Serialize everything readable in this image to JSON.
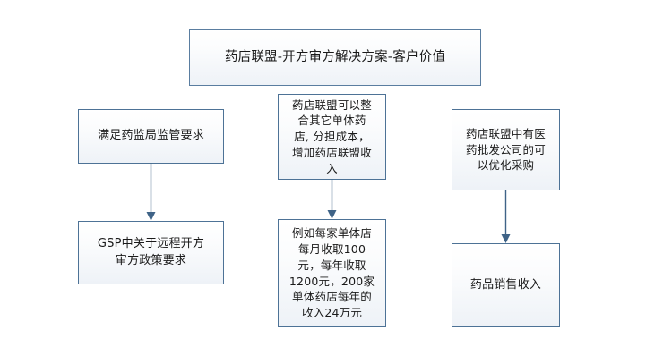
{
  "diagram": {
    "type": "flowchart",
    "title_node": {
      "id": "title",
      "label": "药店联盟-开方审方解决方案-客户价值"
    },
    "columns": [
      {
        "id": "column-regulatory",
        "nodes": [
          {
            "id": "node-l1",
            "label": "满足药监局监管要求"
          },
          {
            "id": "node-l2",
            "label": "GSP中关于远程开方\n审方政策要求"
          }
        ],
        "connector": {
          "id": "connector-left",
          "from": "node-l1",
          "to": "node-l2",
          "direction": "down",
          "arrowhead": "filled-triangle"
        }
      },
      {
        "id": "column-alliance-revenue",
        "nodes": [
          {
            "id": "node-m1",
            "label": "药店联盟可以整\n合其它单体药\n店, 分担成本，\n增加药店联盟收\n入"
          },
          {
            "id": "node-m2",
            "label": "例如每家单体店\n每月收取100\n元，每年收取\n1200元，200家\n单体药店每年的\n收入24万元"
          }
        ],
        "connector": {
          "id": "connector-middle",
          "from": "node-m1",
          "to": "node-m2",
          "direction": "down",
          "arrowhead": "filled-triangle"
        }
      },
      {
        "id": "column-procurement",
        "nodes": [
          {
            "id": "node-r1",
            "label": "药店联盟中有医\n药批发公司的可\n以优化采购"
          },
          {
            "id": "node-r2",
            "label": "药品销售收入"
          }
        ],
        "connector": {
          "id": "connector-right",
          "from": "node-r1",
          "to": "node-r2",
          "direction": "down",
          "arrowhead": "filled-triangle"
        }
      }
    ]
  },
  "style": {
    "box_border_color": "#4d7296",
    "box_fill_top": "#ffffff",
    "box_fill_bottom": "#eef2f7",
    "connector_color": "#3f6387",
    "text_color": "#1a1a1a",
    "canvas_background": "#ffffff"
  }
}
